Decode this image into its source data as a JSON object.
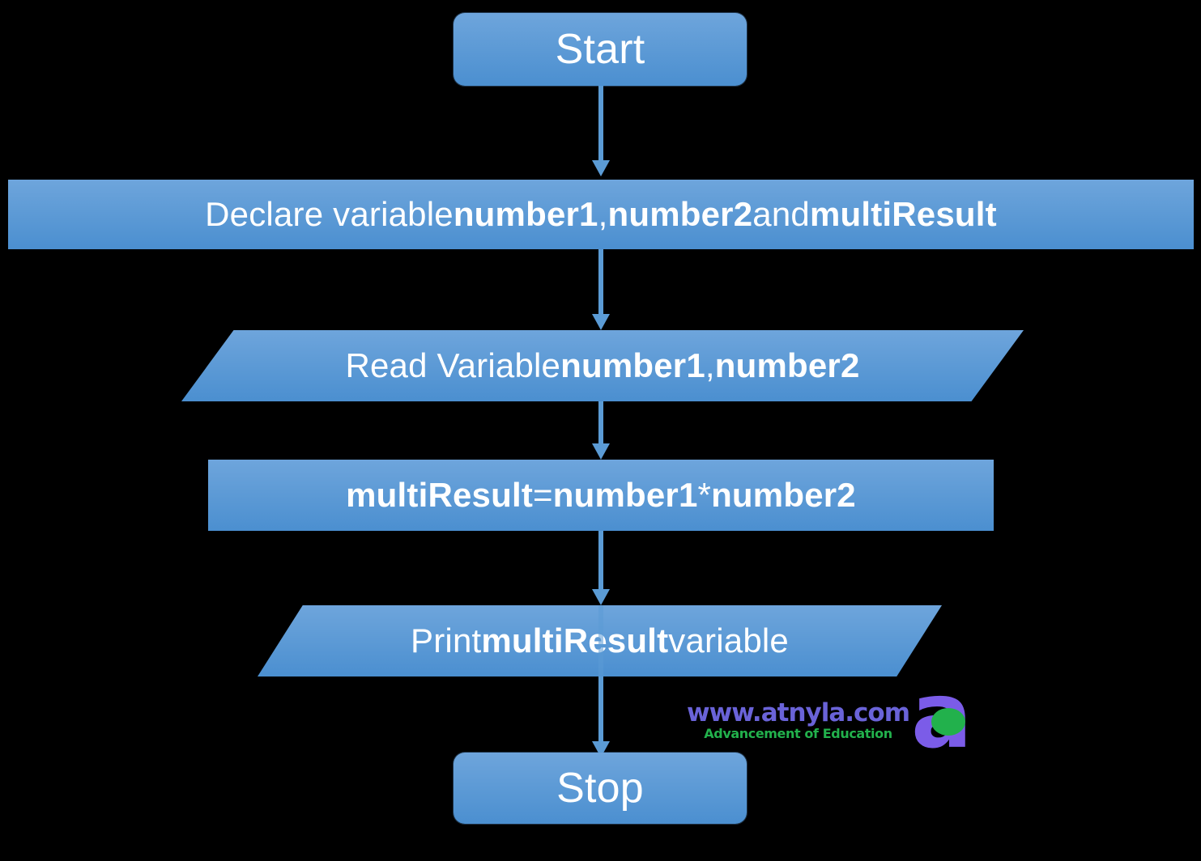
{
  "diagram": {
    "title": "Flowchart to multiply two numbers",
    "type": "flowchart",
    "background_color": "#000000",
    "shape_fill_top": "#6EA5DC",
    "shape_fill_bottom": "#4B8FD0",
    "connector_color": "#5B9BD5",
    "text_color": "#FFFFFF"
  },
  "nodes": {
    "start": {
      "label": "Start",
      "shape": "terminator"
    },
    "declare": {
      "shape": "process",
      "parts": [
        {
          "text": "Declare variable ",
          "bold": false
        },
        {
          "text": "number1",
          "bold": true
        },
        {
          "text": ", ",
          "bold": false
        },
        {
          "text": "number2",
          "bold": true
        },
        {
          "text": " and ",
          "bold": false
        },
        {
          "text": "multiResult",
          "bold": true
        }
      ],
      "plain": "Declare variable number1, number2 and multiResult"
    },
    "read": {
      "shape": "input-output",
      "parts": [
        {
          "text": "Read Variable ",
          "bold": false
        },
        {
          "text": "number1",
          "bold": true
        },
        {
          "text": ", ",
          "bold": false
        },
        {
          "text": "number2",
          "bold": true
        }
      ],
      "plain": "Read Variable number1, number2"
    },
    "compute": {
      "shape": "process",
      "parts": [
        {
          "text": "multiResult",
          "bold": true
        },
        {
          "text": " = ",
          "bold": false
        },
        {
          "text": "number1",
          "bold": true
        },
        {
          "text": " * ",
          "bold": false
        },
        {
          "text": "number2",
          "bold": true
        }
      ],
      "plain": "multiResult = number1 * number2"
    },
    "print": {
      "shape": "input-output",
      "parts": [
        {
          "text": "Print ",
          "bold": false
        },
        {
          "text": "multiResult",
          "bold": true
        },
        {
          "text": " variable",
          "bold": false
        }
      ],
      "plain": "Print multiResult variable"
    },
    "stop": {
      "label": "Stop",
      "shape": "terminator"
    }
  },
  "connectors": [
    {
      "from": "start",
      "to": "declare"
    },
    {
      "from": "declare",
      "to": "read"
    },
    {
      "from": "read",
      "to": "compute"
    },
    {
      "from": "compute",
      "to": "print"
    },
    {
      "from": "print",
      "to": "stop"
    }
  ],
  "watermark": {
    "url": "www.atnyla.com",
    "tagline": "Advancement of Education",
    "logo_letter": "a",
    "logo_color": "#7B5CE8",
    "logo_dot_color": "#22B14C",
    "url_color": "#6A63D8",
    "tagline_color": "#22B14C"
  }
}
